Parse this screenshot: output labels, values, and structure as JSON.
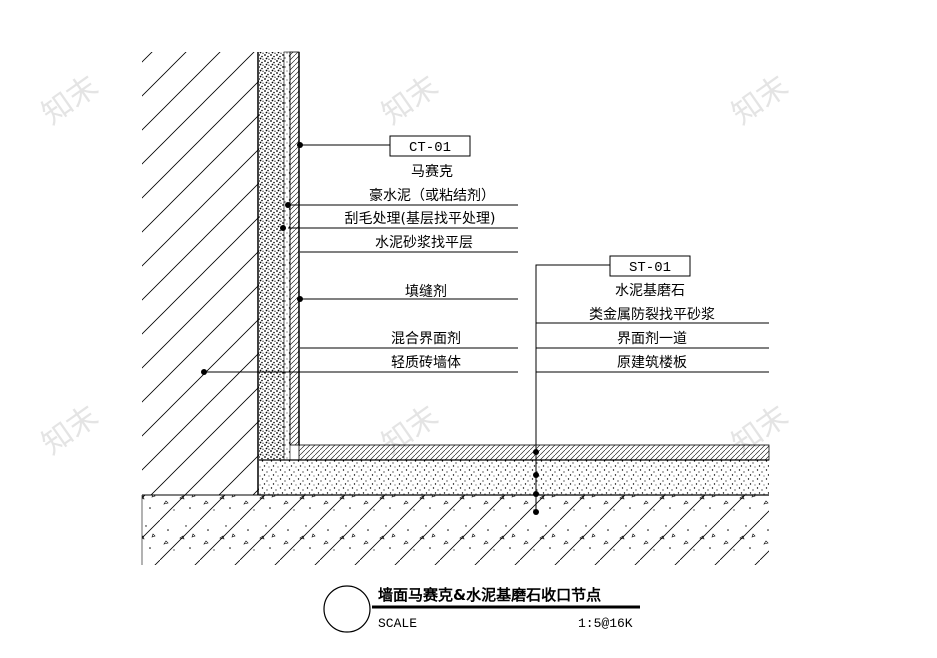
{
  "watermark": "知末",
  "wall_callout": {
    "code": "CT-01",
    "layers": [
      "马赛克",
      "豪水泥（或粘结剂）",
      "刮毛处理(基层找平处理)",
      "水泥砂浆找平层",
      "填缝剂",
      "混合界面剂",
      "轻质砖墙体"
    ]
  },
  "floor_callout": {
    "code": "ST-01",
    "layers": [
      "水泥基磨石",
      "类金属防裂找平砂浆",
      "界面剂一道",
      "原建筑楼板"
    ]
  },
  "title_block": {
    "title": "墙面马赛克&水泥基磨石收口节点",
    "scale_label": "SCALE",
    "scale_value": "1:5@16K"
  }
}
